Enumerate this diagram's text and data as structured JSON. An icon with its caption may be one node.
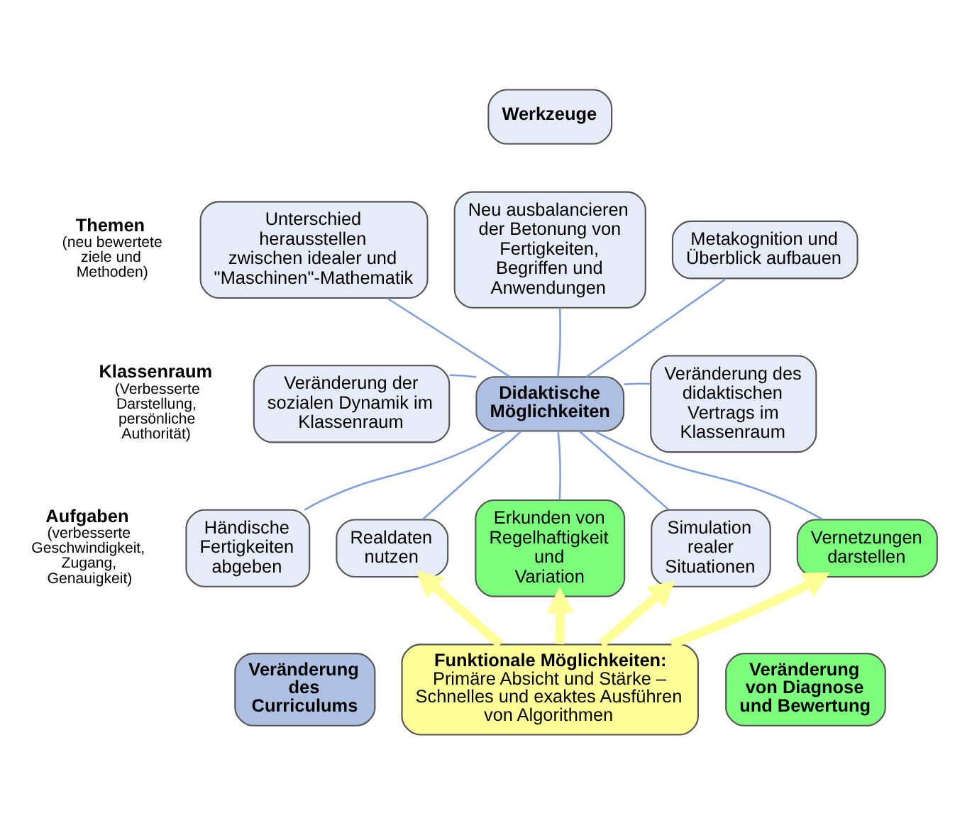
{
  "diagram": {
    "nodes": [
      {
        "text": [
          "Werkzeuge"
        ]
      },
      {
        "text": [
          "Unterschied herausstellen zwischen idealer und \"Maschinen\"-Mathematik"
        ]
      },
      {
        "text": [
          "Neu ausbalancieren der Betonung von Fertigkeiten, Begriffen und Anwendungen"
        ]
      },
      {
        "text": [
          "Metakognition und Überblick aufbauen"
        ]
      },
      {
        "text": [
          "Veränderung der sozialen Dynamik im Klassenraum"
        ]
      },
      {
        "text": [
          "Didaktische Möglichkeiten"
        ]
      },
      {
        "text": [
          "Veränderung des didaktischen Vertrags im Klassenraum"
        ]
      },
      {
        "text": [
          "Händische Fertigkeiten abgeben"
        ]
      },
      {
        "text": [
          "Realdaten nutzen"
        ]
      },
      {
        "text": [
          "Erkunden von Regelhaftigkeit und Variation"
        ]
      },
      {
        "text": [
          "Simulation realer Situationen"
        ]
      },
      {
        "text": [
          "Vernetzungen darstellen"
        ]
      },
      {
        "text": [
          "Funktionale Möglichkeiten:",
          "Primäre Absicht und Stärke – Schnelles und exaktes Ausführen von Algorithmen"
        ]
      },
      {
        "text": [
          "Veränderung des Curriculums"
        ]
      },
      {
        "text": [
          "Veränderung von Diagnose und Bewertung"
        ]
      }
    ],
    "edges": [
      {
        "from": 1,
        "to": 5,
        "arrow": "none"
      },
      {
        "from": 2,
        "to": 5,
        "arrow": "none"
      },
      {
        "from": 3,
        "to": 5,
        "arrow": "none"
      },
      {
        "from": 4,
        "to": 5,
        "arrow": "none"
      },
      {
        "from": 5,
        "to": 6,
        "arrow": "none"
      },
      {
        "from": 5,
        "to": 7,
        "arrow": "none"
      },
      {
        "from": 5,
        "to": 8,
        "arrow": "none"
      },
      {
        "from": 5,
        "to": 9,
        "arrow": "none"
      },
      {
        "from": 5,
        "to": 10,
        "arrow": "none"
      },
      {
        "from": 5,
        "to": 11,
        "arrow": "none"
      },
      {
        "from": 12,
        "to": 8,
        "arrow": "to",
        "style": "thick",
        "color": "#ffff99"
      },
      {
        "from": 12,
        "to": 9,
        "arrow": "to",
        "style": "thick",
        "color": "#ffff99"
      },
      {
        "from": 12,
        "to": 10,
        "arrow": "to",
        "style": "thick",
        "color": "#ffff99"
      },
      {
        "from": 12,
        "to": 11,
        "arrow": "to",
        "style": "thick",
        "color": "#ffff99"
      }
    ],
    "labels": [
      "Themen",
      "(neu bewertete ziele und Methoden)",
      "Klassenraum",
      "(Verbesserte Darstellung, persönliche Authorität)",
      "Aufgaben",
      "(verbesserte Geschwindigkeit, Zugang, Genauigkeit)"
    ]
  }
}
